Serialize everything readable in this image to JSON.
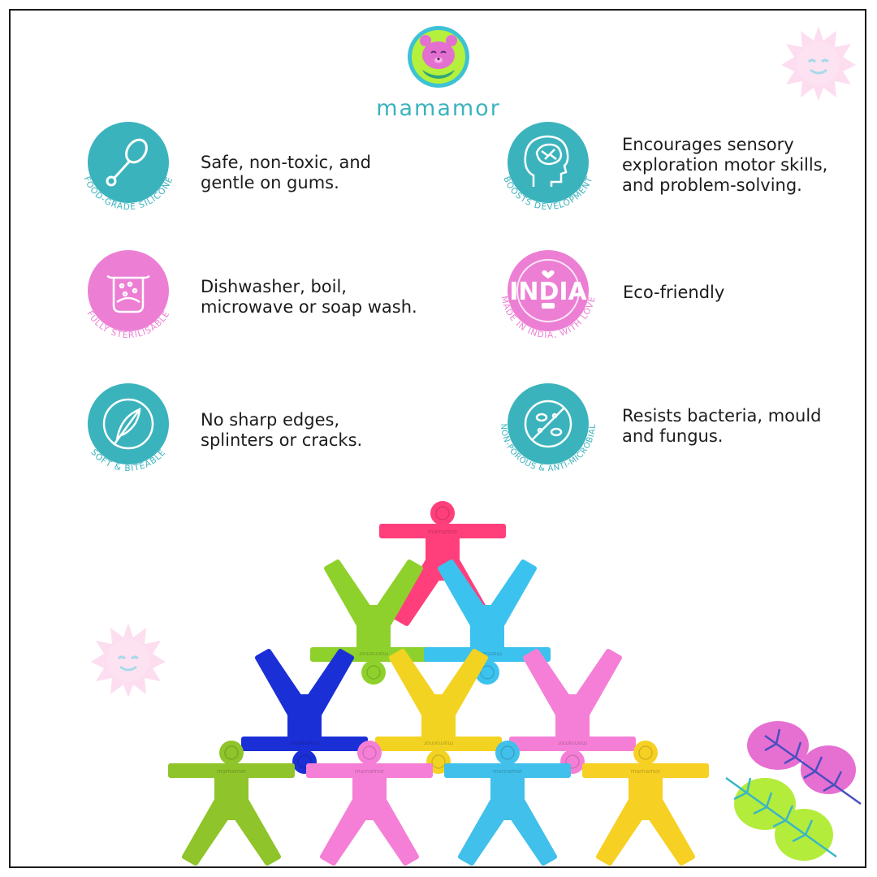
{
  "brand": {
    "name": "mamamor"
  },
  "colors": {
    "teal": "#3bb3bd",
    "pink": "#ec7fd4",
    "dark": "#1c1c1c",
    "frame": "#1a1a1a"
  },
  "features": [
    {
      "badge": "FOOD-GRADE SILICONE",
      "text": "Safe, non-toxic, and\ngentle on gums.",
      "icon": "spoon-icon",
      "color": "teal"
    },
    {
      "badge": "BOOSTS DEVELOPMENT",
      "text": "Encourages sensory\nexploration motor skills,\nand problem-solving.",
      "icon": "brain-head-icon",
      "color": "teal"
    },
    {
      "badge": "FULLY STERILISABLE",
      "text": "Dishwasher, boil,\nmicrowave or soap wash.",
      "icon": "boiling-pot-icon",
      "color": "pink"
    },
    {
      "badge": "MADE IN INDIA, WITH LOVE",
      "text": "Eco-friendly",
      "icon": "india-heart-icon",
      "icon_text": "INDIA",
      "color": "pink"
    },
    {
      "badge": "SOFT & BITEABLE",
      "text": "No sharp edges,\nsplinters or cracks.",
      "icon": "feather-icon",
      "color": "teal"
    },
    {
      "badge": "NON-POROUS & ANTI-MICROBIAL",
      "text": "Resists bacteria, mould\nand fungus.",
      "icon": "microbe-icon",
      "color": "teal"
    }
  ],
  "product": {
    "name": "stacking teether figures",
    "print_label": "mamamor",
    "figure_colors": [
      "#ff3f7c",
      "#8fd12c",
      "#3cc2ee",
      "#1b2fd6",
      "#f2d321",
      "#f57fd6",
      "#8fc42a",
      "#f57fd6",
      "#40c0ea",
      "#f6d023"
    ]
  },
  "decorations": {
    "suns": [
      "sun-face-icon",
      "sun-face-icon"
    ],
    "leaves": [
      "leaf-pink",
      "leaf-green"
    ]
  }
}
